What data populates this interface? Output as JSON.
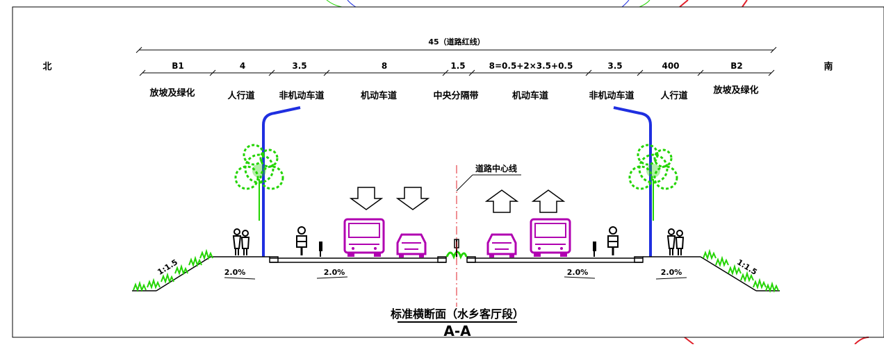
{
  "drawing": {
    "total_width_label": "45（道路红线）",
    "north_label": "北",
    "south_label": "南",
    "dimensions": [
      "B1",
      "4",
      "3.5",
      "8",
      "1.5",
      "8=0.5+2×3.5+0.5",
      "3.5",
      "400",
      "B2"
    ],
    "zones": [
      "放坡及绿化",
      "人行道",
      "非机动车道",
      "机动车道",
      "中央分隔带",
      "机动车道",
      "非机动车道",
      "人行道",
      "放坡及绿化"
    ],
    "centerline_label": "道路中心线",
    "slopes": [
      "1:1.5",
      "1:1.5"
    ],
    "grades": [
      "2.0%",
      "2.0%",
      "2.0%",
      "2.0%"
    ],
    "title": "标准横断面（水乡客厅段）",
    "section_mark": "A-A"
  },
  "colors": {
    "line": "#000000",
    "lamp": "#1f2fe0",
    "vehicle": "#b000b0",
    "tree": "#22d400",
    "centerline": "#e0202a"
  }
}
